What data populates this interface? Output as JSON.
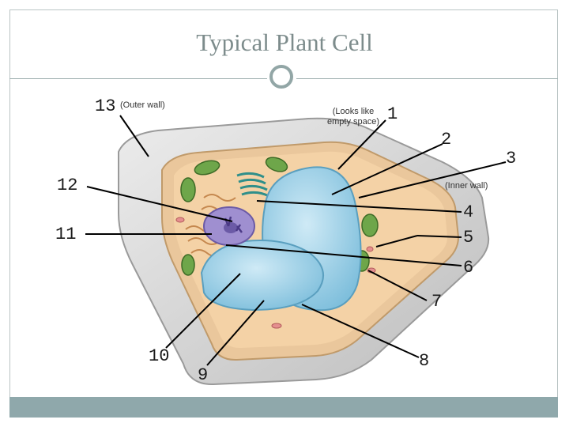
{
  "slide": {
    "title": "Typical Plant Cell"
  },
  "labels": {
    "n1": "1",
    "n2": "2",
    "n3": "3",
    "n4": "4",
    "n5": "5",
    "n6": "6",
    "n7": "7",
    "n8": "8",
    "n9": "9",
    "n10": "10",
    "n11": "11",
    "n12": "12",
    "n13": "13"
  },
  "notes": {
    "outer_wall": "(Outer wall)",
    "inner_wall": "(Inner wall)",
    "looks_like": "(Looks like empty space)"
  },
  "colors": {
    "accent": "#8fa8ab",
    "vacuole": "#9fd0e6",
    "nucleus": "#9f8fd0",
    "chloroplast": "#6ea64a",
    "wall": "#d8d8d8",
    "cytoplasm": "#f2c999"
  }
}
